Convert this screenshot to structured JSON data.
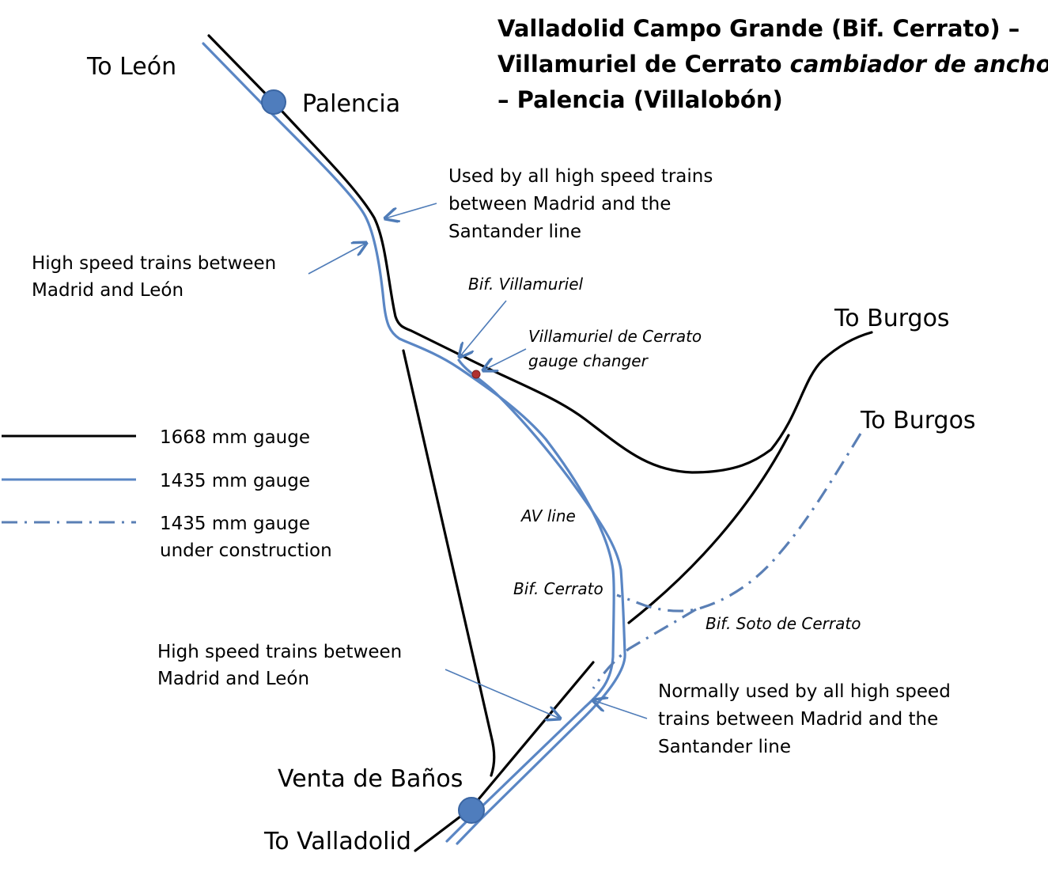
{
  "title": {
    "line1": "Valladolid Campo Grande (Bif. Cerrato) –",
    "line2_a": "Villamuriel de Cerrato ",
    "line2_b": "cambiador de ancho",
    "line3": "– Palencia (Villalobón)"
  },
  "places": {
    "to_leon": "To León",
    "palencia": "Palencia",
    "to_burgos_1": "To Burgos",
    "to_burgos_2": "To Burgos",
    "venta_de_banos": "Venta de Baños",
    "to_valladolid": "To Valladolid"
  },
  "junctions": {
    "bif_villamuriel": "Bif. Villamuriel",
    "gauge_changer_1": "Villamuriel de Cerrato",
    "gauge_changer_2": "gauge changer",
    "av_line": "AV line",
    "bif_cerrato": "Bif. Cerrato",
    "bif_soto": "Bif. Soto de Cerrato"
  },
  "notes": {
    "santander_top": [
      "Used by all high speed trains",
      "between Madrid and the",
      "Santander line"
    ],
    "leon_top": [
      "High speed trains between",
      "Madrid and León"
    ],
    "leon_bottom": [
      "High speed trains between",
      "Madrid and León"
    ],
    "santander_bottom": [
      "Normally used by all high speed",
      "trains between Madrid and the",
      "Santander line"
    ]
  },
  "legend": {
    "iberian": "1668 mm gauge",
    "standard": "1435 mm gauge",
    "construction_1": "1435 mm gauge",
    "construction_2": "under construction"
  },
  "colors": {
    "iberian_gauge": "#000000",
    "standard_gauge": "#5a86c4",
    "station": "#4f7dbd",
    "gauge_changer": "#b03030"
  }
}
